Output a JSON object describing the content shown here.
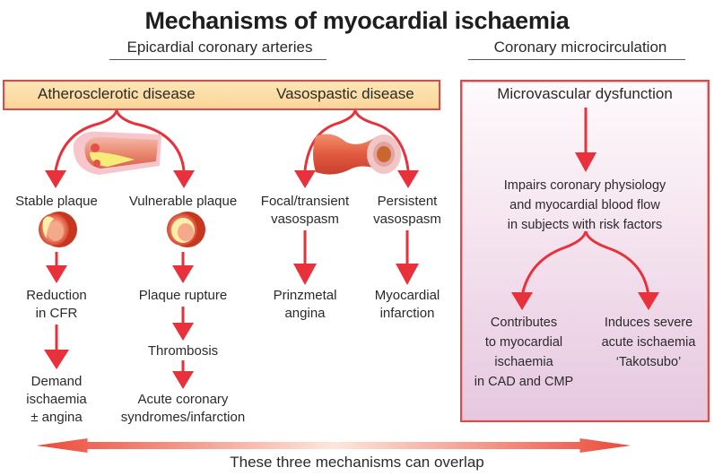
{
  "title": "Mechanisms of myocardial ischaemia",
  "sections": {
    "epicardial": "Epicardial coronary arteries",
    "microcirculation": "Coronary microcirculation"
  },
  "headers": {
    "atherosclerotic": "Atherosclerotic disease",
    "vasospastic": "Vasospastic disease",
    "microvascular": "Microvascular dysfunction"
  },
  "atherosclerotic": {
    "stable": {
      "label": "Stable plaque",
      "step1": [
        "Reduction",
        "in CFR"
      ],
      "step2": [
        "Demand",
        "ischaemia",
        "± angina"
      ]
    },
    "vulnerable": {
      "label": "Vulnerable plaque",
      "step1": "Plaque rupture",
      "step2": "Thrombosis",
      "step3": [
        "Acute coronary",
        "syndromes/infarction"
      ]
    }
  },
  "vasospastic": {
    "focal": {
      "label": [
        "Focal/transient",
        "vasospasm"
      ],
      "outcome": [
        "Prinzmetal",
        "angina"
      ]
    },
    "persistent": {
      "label": [
        "Persistent",
        "vasospasm"
      ],
      "outcome": [
        "Myocardial",
        "infarction"
      ]
    }
  },
  "microvascular": {
    "effect": [
      "Impairs coronary physiology",
      "and myocardial blood flow",
      "in subjects with risk factors"
    ],
    "left_outcome": [
      "Contributes",
      "to myocardial",
      "ischaemia",
      "in CAD and CMP"
    ],
    "right_outcome": [
      "Induces severe",
      "acute ischaemia",
      "‘Takotsubo’"
    ]
  },
  "footer": "These three mechanisms can overlap",
  "icons": {
    "artery_plaque": "atherosclerotic-artery-illustration",
    "artery_spasm": "vasospastic-artery-illustration",
    "stable_cross_section": "stable-plaque-cross-section",
    "vulnerable_cross_section": "vulnerable-plaque-cross-section"
  },
  "colors": {
    "arrow": "#e8313a",
    "box_border": "#e0494b",
    "header_fill": "#fcdda6",
    "micro_fill": "#ecd3e6"
  }
}
